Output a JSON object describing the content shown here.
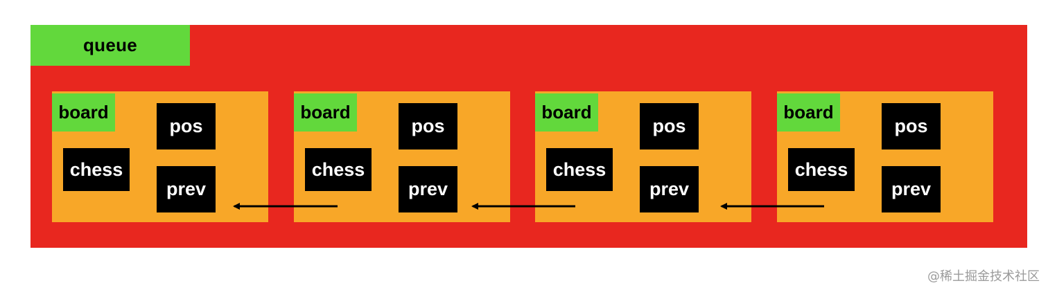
{
  "queue": {
    "label": "queue"
  },
  "boards": [
    {
      "label": "board",
      "pos": "pos",
      "chess": "chess",
      "prev": "prev"
    },
    {
      "label": "board",
      "pos": "pos",
      "chess": "chess",
      "prev": "prev"
    },
    {
      "label": "board",
      "pos": "pos",
      "chess": "chess",
      "prev": "prev"
    },
    {
      "label": "board",
      "pos": "pos",
      "chess": "chess",
      "prev": "prev"
    }
  ],
  "watermark": "@稀土掘金技术社区",
  "colors": {
    "queue": "#e8271f",
    "board": "#f8a728",
    "label": "#62d83c",
    "cell": "#000000",
    "arrow": "#000000"
  }
}
